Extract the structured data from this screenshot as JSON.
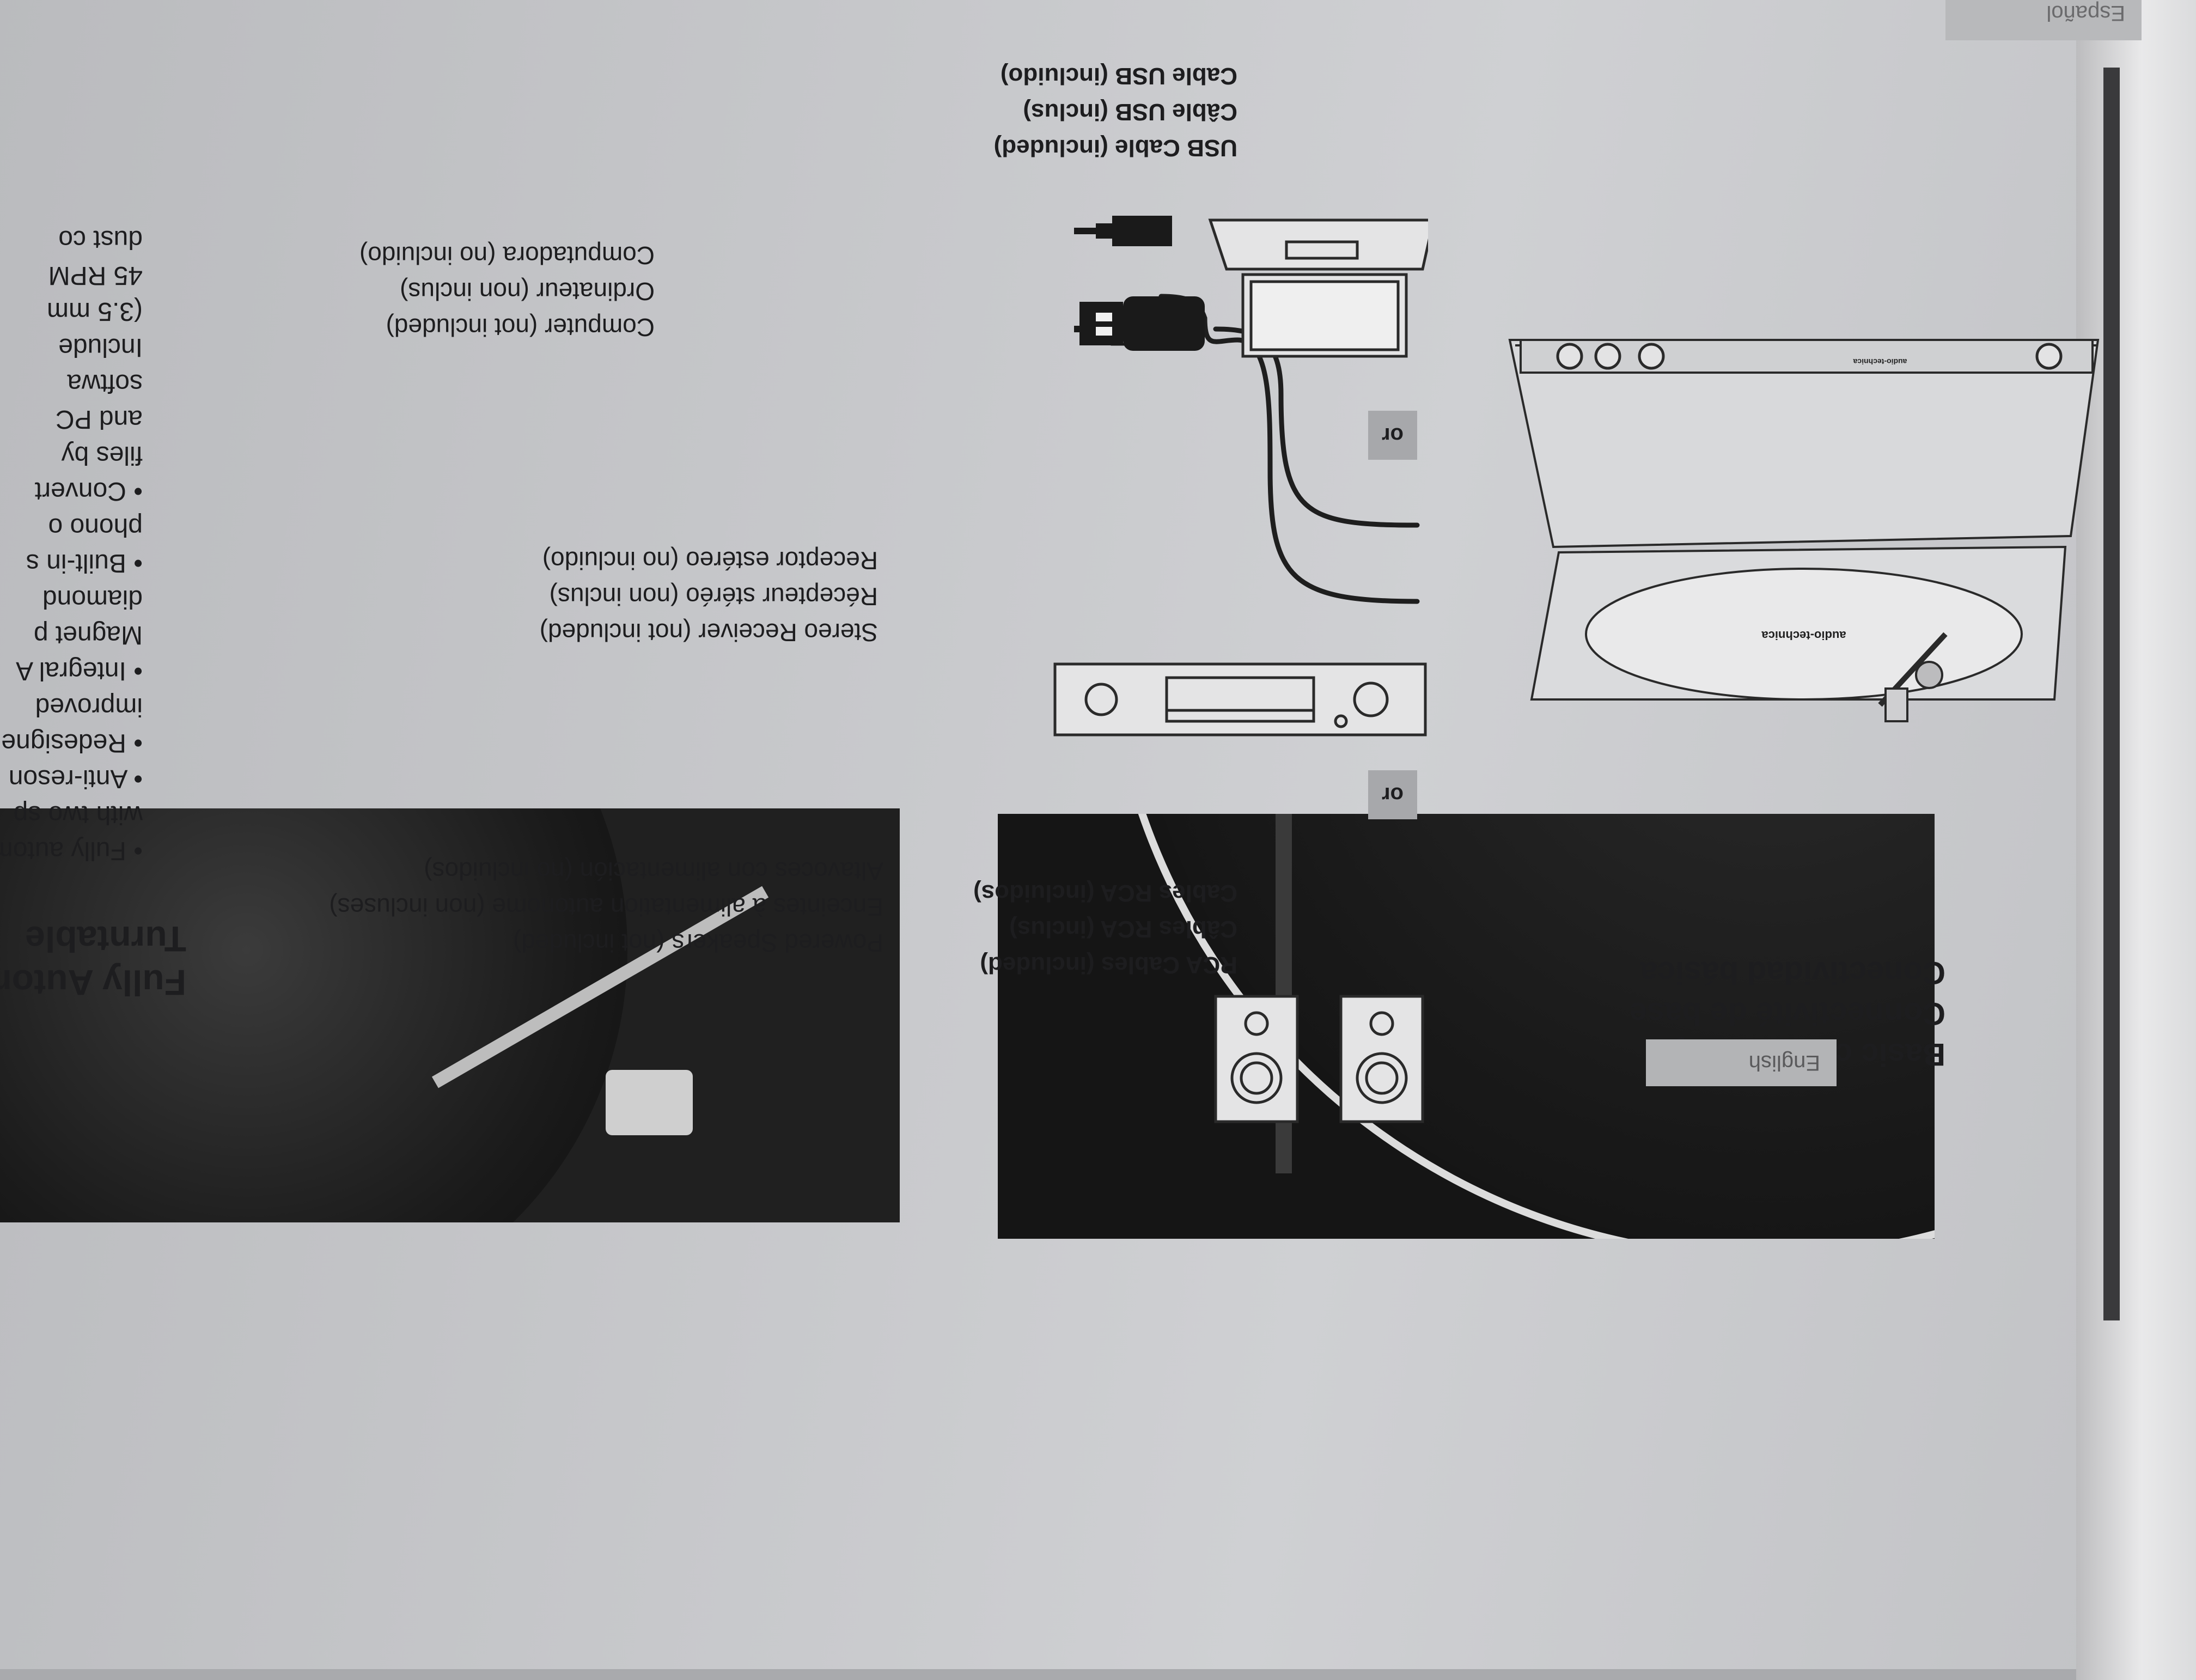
{
  "heading": {
    "en": "Basic connectivity",
    "fr": "Connectivité de base",
    "es": "Conectividad básica"
  },
  "tabs": {
    "en": "English",
    "es": "Español"
  },
  "rca": {
    "en": "RCA Cables (included)",
    "fr": "Câbles RCA (inclus)",
    "es": "Cables RCA (incluidos)"
  },
  "usb": {
    "en": "USB Cable (included)",
    "fr": "Câble USB (inclus)",
    "es": "Cable USB (incluido)"
  },
  "speakers": {
    "en": "Powered Speakers (not included)",
    "fr": "Enceintes à alimentation autonome (non incluses)",
    "es": "Altavoces con alimentación (no incluidos)"
  },
  "receiver": {
    "en": "Stereo Receiver (not included)",
    "fr": "Récepteur stéréo (non inclus)",
    "es": "Receptor estéreo (no incluido)"
  },
  "computer": {
    "en": "Computer (not included)",
    "fr": "Ordinateur (non inclus)",
    "es": "Computadora (no incluido)"
  },
  "or_label": "or",
  "brand": "audio-technica",
  "right_column": {
    "title_line1": "Fully Autom",
    "title_line2": "Turntable",
    "bullets": [
      "• Fully autom",
      "with two sp",
      "• Anti-reson",
      "• Redesigne",
      "improved",
      "• Integral A",
      "Magnet p",
      "diamond",
      "• Built-in s",
      "phono o",
      "• Convert",
      "files by",
      "and PC",
      "softwa",
      "Include",
      "(3.5 mm",
      "45 RPM",
      "dust co"
    ]
  },
  "colors": {
    "panel": "#c4c5c8",
    "ink": "#1d1d1f",
    "photo": "#151515"
  }
}
